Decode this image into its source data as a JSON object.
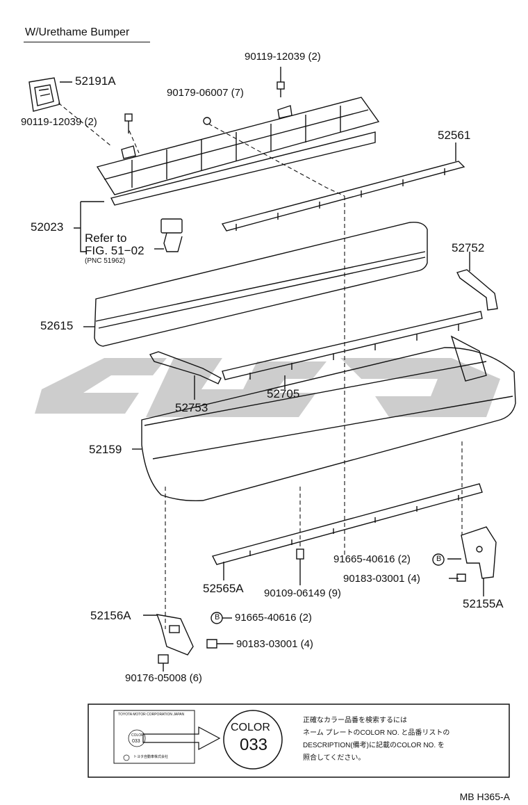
{
  "title": "W/Urethame Bumper",
  "parts": {
    "p52191A": "52191A",
    "p90119_top": "90119-12039 (2)",
    "p90179": "90179-06007 (7)",
    "p90119_left": "90119-12039 (2)",
    "p52561": "52561",
    "p52023": "52023",
    "refer_line1": "Refer to",
    "refer_line2": "FIG. 51−02",
    "refer_line3": "(PNC 51962)",
    "p52752": "52752",
    "p52615": "52615",
    "p52753": "52753",
    "p52705": "52705",
    "p52159": "52159",
    "p91665_right": "91665-40616 (2)",
    "p90183_right": "90183-03001 (4)",
    "p52155A": "52155A",
    "p52565A": "52565A",
    "p90109": "90109-06149 (9)",
    "p52156A": "52156A",
    "p91665_left": "91665-40616 (2)",
    "p90183_left": "90183-03001 (4)",
    "p90176": "90176-05008 (6)",
    "marker_b": "B"
  },
  "note": {
    "color_label": "COLOR",
    "color_code": "033",
    "tag_header": "TOYOTA MOTOR CORPORATION JAPAN",
    "tag_color_label": "COLOR",
    "tag_color_code": "033",
    "tag_footer": "トヨタ自動車株式会社",
    "jp_lines": [
      "正確なカラー品番を検索するには",
      "ネーム プレートのCOLOR NO. と品番リストの",
      "DESCRIPTION(備考)に記載のCOLOR NO. を",
      "照合してください。"
    ]
  },
  "figure_code": "MB H365-A",
  "colors": {
    "ink": "#111111",
    "watermark": "#c8c8c8"
  }
}
